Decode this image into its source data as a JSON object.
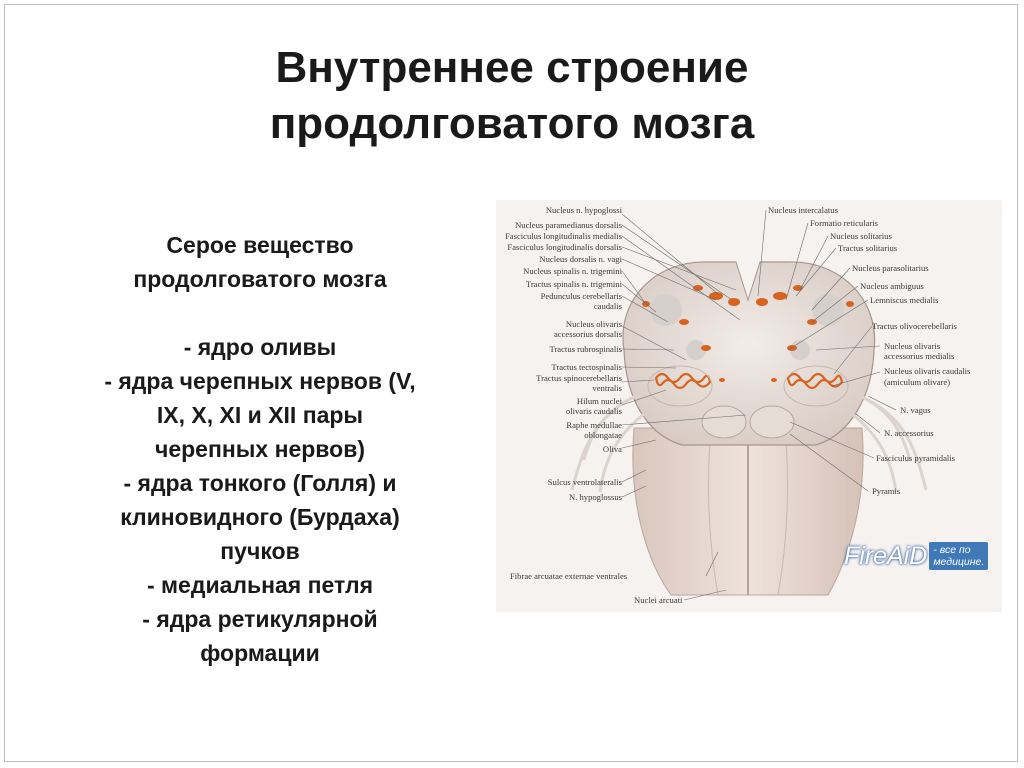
{
  "slide": {
    "title": [
      "Внутреннее строение",
      "продолговатого мозга"
    ],
    "body": [
      "Серое вещество",
      "продолговатого мозга",
      "",
      "- ядро оливы",
      "- ядра черепных нервов (V,",
      "IX, X,  XI и  XII пары",
      "черепных нервов)",
      "- ядра тонкого (Голля) и",
      "клиновидного (Бурдаха)",
      "пучков",
      "- медиальная петля",
      "- ядра ретикулярной",
      "формации"
    ]
  },
  "figure": {
    "labels_left": [
      "Nucleus n. hypoglossi",
      "Nucleus paramedianus dorsalis",
      "Fasciculus longitudinalis medialis",
      "Fasciculus longitudinalis dorsalis",
      "Nucleus dorsalis n. vagi",
      "Nucleus spinalis n. trigemini",
      "Tractus spinalis n. trigemini",
      "Pedunculus cerebellaris",
      "caudalis",
      "Nucleus olivaris",
      "accessorius dorsalis",
      "Tractus rubrospinalis",
      "Tractus tectospinalis",
      "Tractus spinocerebellaris",
      "ventralis",
      "Hilum nuclei",
      "olivaris caudalis",
      "Raphe medullae",
      "oblongatae",
      "Oliva",
      "Sulcus ventrolateralis",
      "N. hypoglossus",
      "Fibrae arcuatae externae ventrales",
      "Nuclei arcuati"
    ],
    "labels_right": [
      "Nucleus intercalatus",
      "Formatio reticularis",
      "Nucleus solitarius",
      "Tractus solitarius",
      "Nucleus parasolitarius",
      "Nucleus ambiguus",
      "Lemniscus medialis",
      "Tractus olivocerebellaris",
      "Nucleus olivaris",
      "accessorius medialis",
      "Nucleus olivaris caudalis",
      "(amiculum olivare)",
      "N. vagus",
      "N. accessorius",
      "Fasciculus pyramidalis",
      "Pyramis"
    ],
    "watermark": {
      "logo": "FireAiD",
      "tagline_line1": "- все по",
      "tagline_line2": "медицине."
    }
  }
}
